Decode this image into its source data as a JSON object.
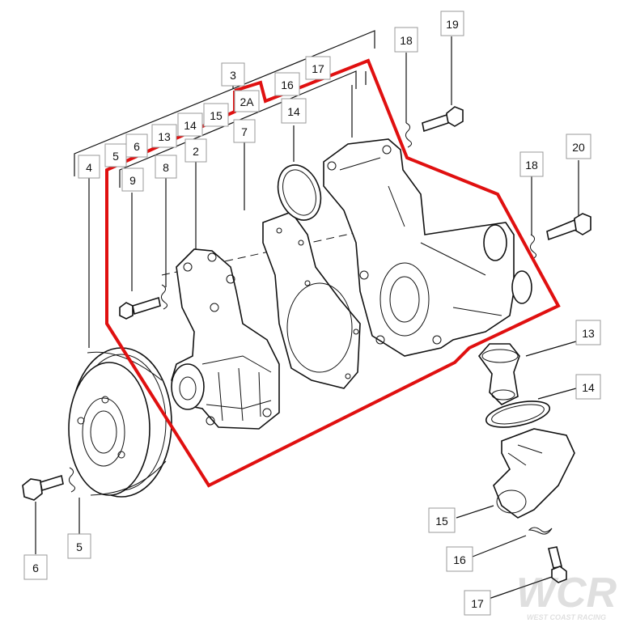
{
  "highlight_color": "#e01010",
  "callouts": {
    "c19": "19",
    "c18a": "18",
    "c20": "20",
    "c18b": "18",
    "c3": "3",
    "c17a": "17",
    "c16a": "16",
    "c2a": "2A",
    "c14a": "14",
    "c15a": "15",
    "c13a": "13",
    "c6a": "6",
    "c5a": "5",
    "c4": "4",
    "c9": "9",
    "c8": "8",
    "c2": "2",
    "c7": "7",
    "c14b": "14",
    "c13b": "13",
    "c14c": "14",
    "c15b": "15",
    "c16b": "16",
    "c17b": "17",
    "c6b": "6",
    "c5b": "5"
  },
  "watermark": {
    "logo": "WCR",
    "text": "WEST COAST RACING"
  }
}
